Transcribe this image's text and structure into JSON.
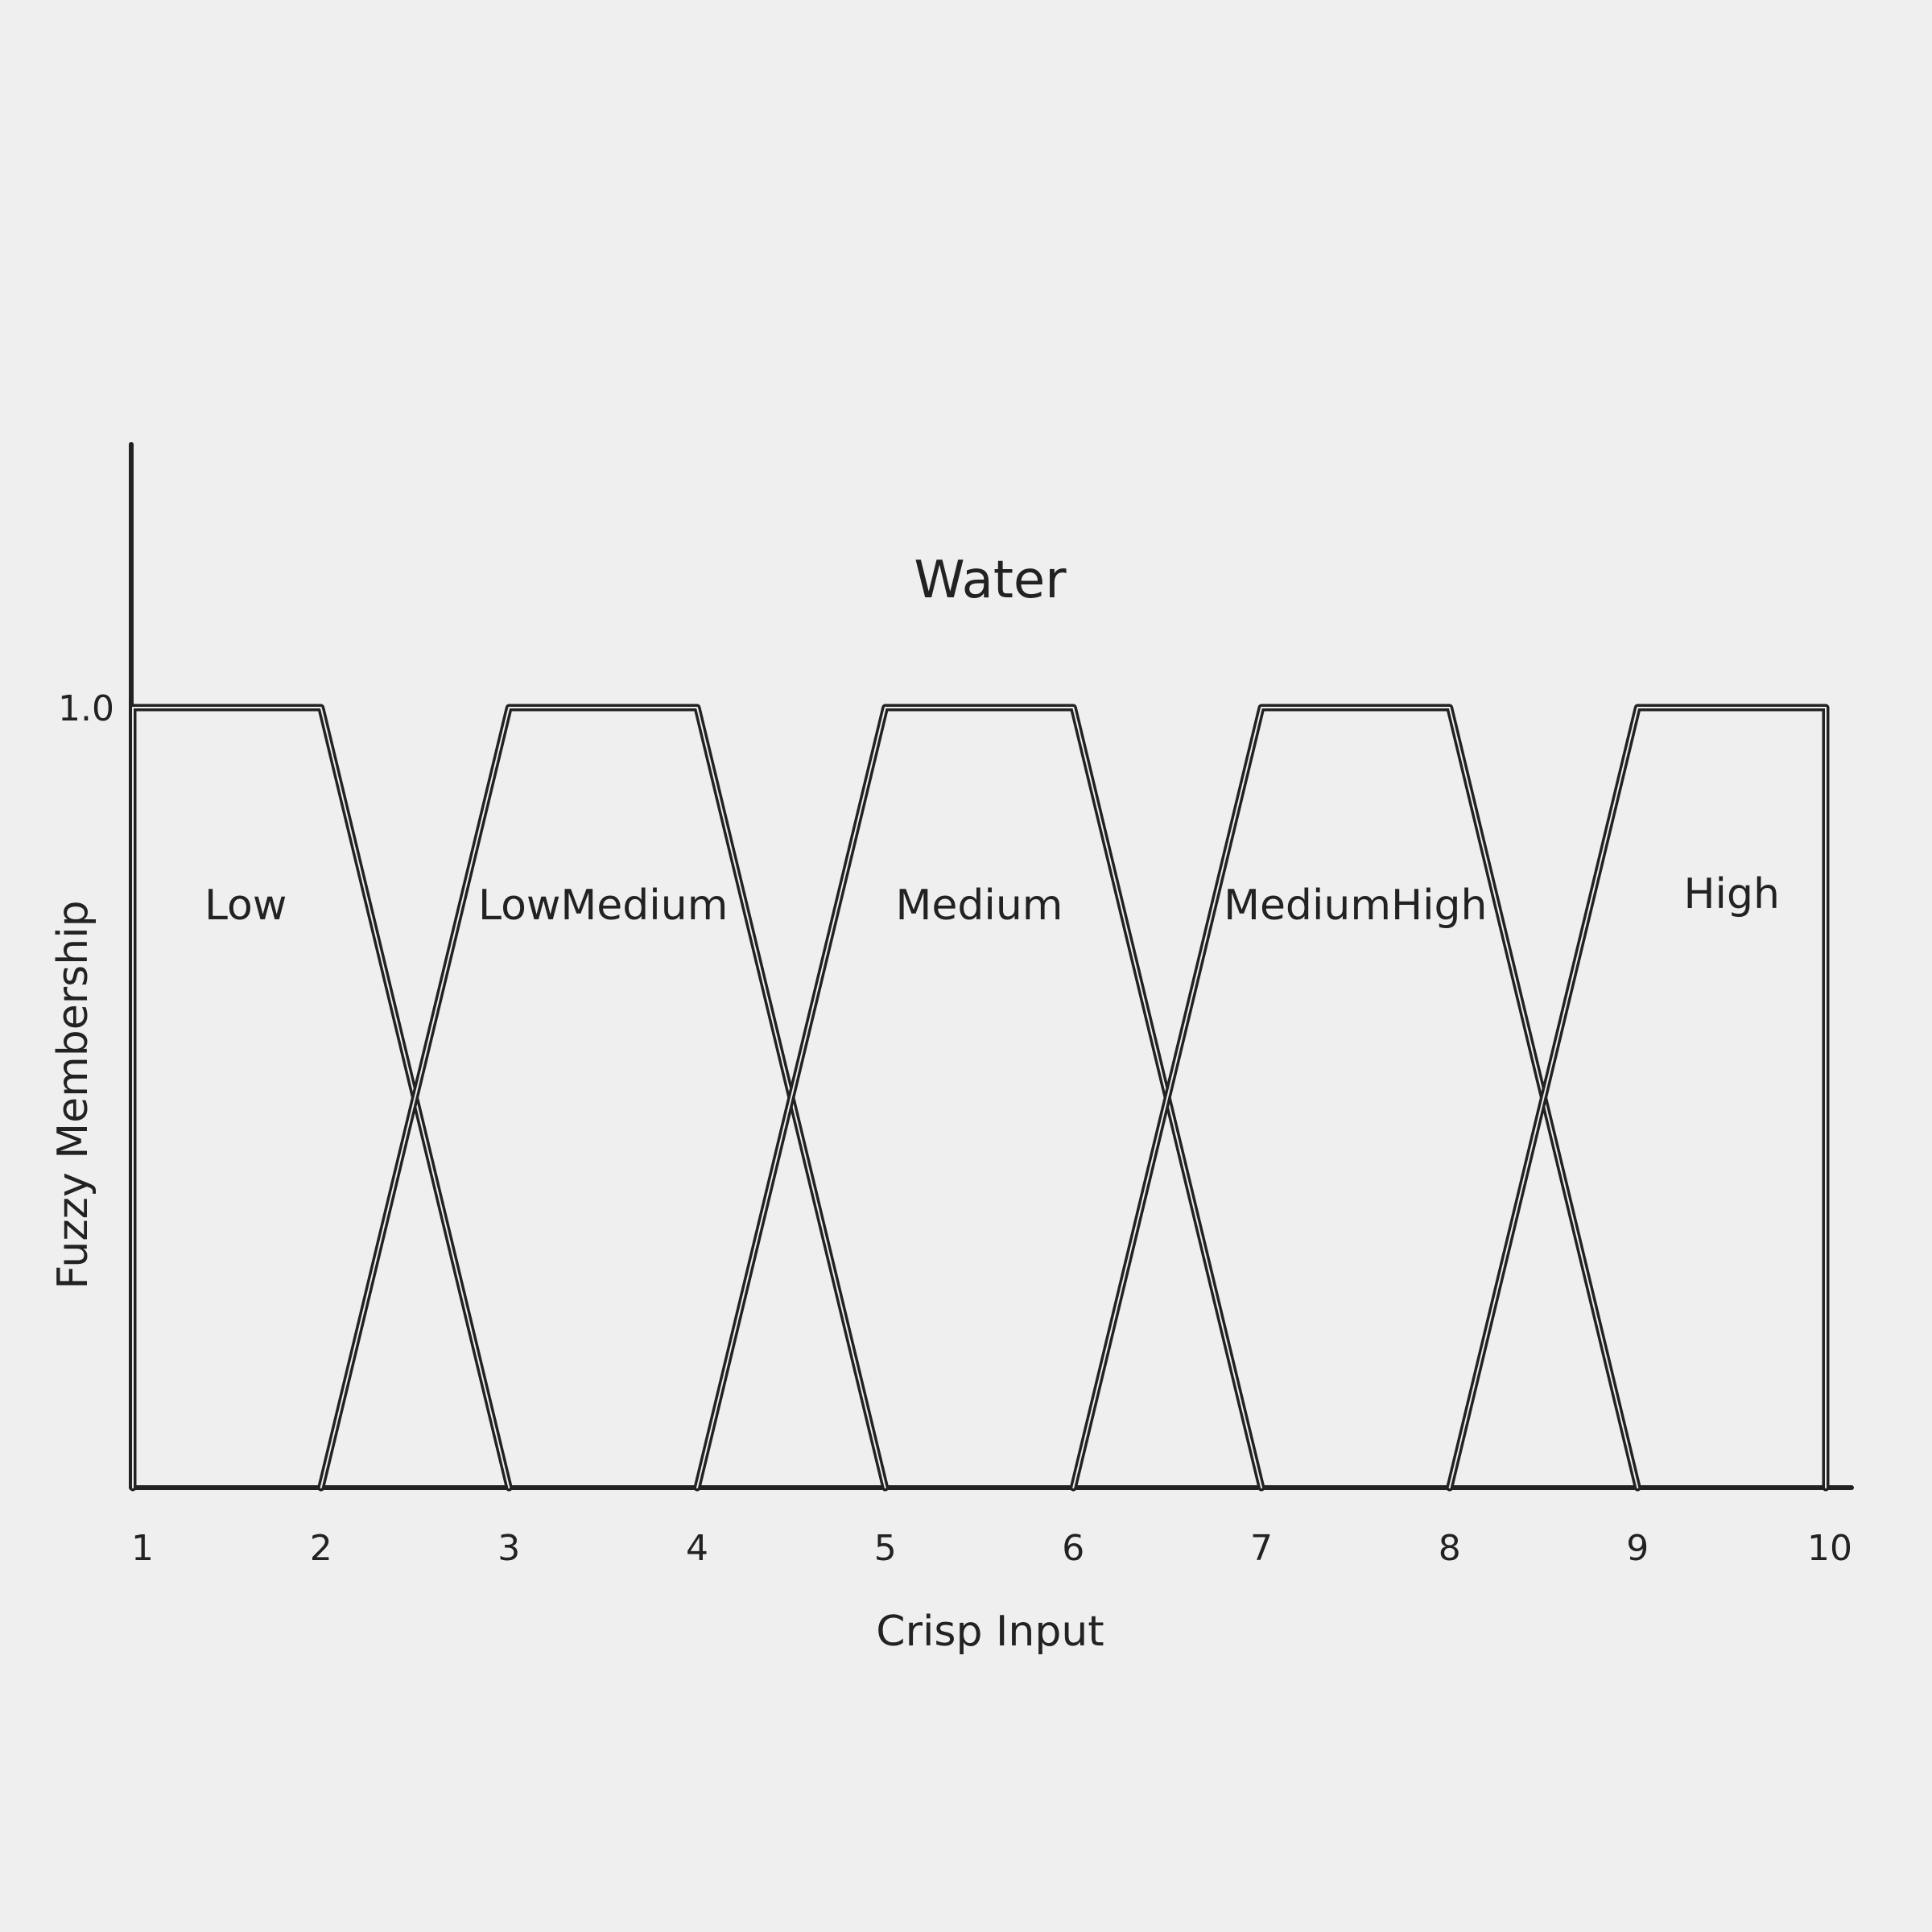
{
  "chart_data": {
    "type": "line",
    "title": "Water",
    "xlabel": "Crisp Input",
    "ylabel": "Fuzzy Membership",
    "xlim": [
      1,
      10
    ],
    "ylim": [
      0,
      1
    ],
    "x_ticks": [
      "1",
      "2",
      "3",
      "4",
      "5",
      "6",
      "7",
      "8",
      "9",
      "10"
    ],
    "y_ticks": [
      "1.0"
    ],
    "grid": false,
    "legend": "none",
    "line_color": "#222222",
    "background_color": "#efefef",
    "series": [
      {
        "name": "Low",
        "x": [
          1,
          1,
          2,
          3
        ],
        "y": [
          0,
          1,
          1,
          0
        ]
      },
      {
        "name": "LowMedium",
        "x": [
          2,
          3,
          4,
          5
        ],
        "y": [
          0,
          1,
          1,
          0
        ]
      },
      {
        "name": "Medium",
        "x": [
          4,
          5,
          6,
          7
        ],
        "y": [
          0,
          1,
          1,
          0
        ]
      },
      {
        "name": "MediumHigh",
        "x": [
          6,
          7,
          8,
          9
        ],
        "y": [
          0,
          1,
          1,
          0
        ]
      },
      {
        "name": "High",
        "x": [
          8,
          9,
          10,
          10
        ],
        "y": [
          0,
          1,
          1,
          0
        ]
      }
    ]
  }
}
